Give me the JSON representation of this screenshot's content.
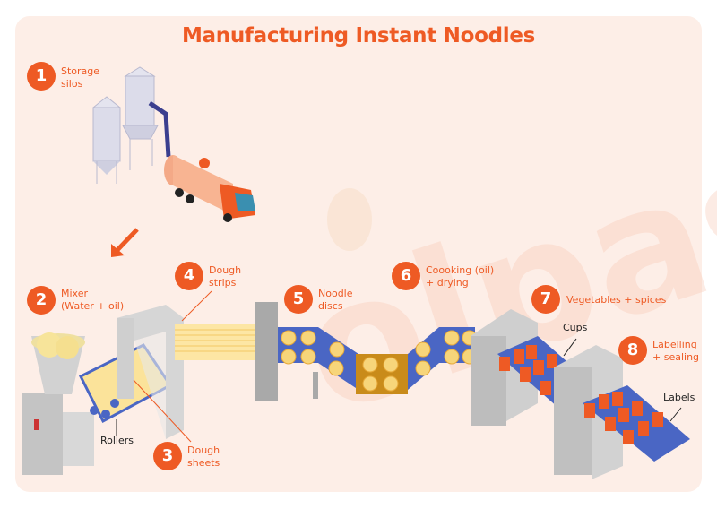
{
  "title": "Manufacturing Instant Noodles",
  "colors": {
    "accent": "#ee5a24",
    "background": "#fdeee7",
    "conveyor": "#4a66c4",
    "machine": "#c8c8c8"
  },
  "steps": [
    {
      "number": "1",
      "line1": "Storage",
      "line2": "silos"
    },
    {
      "number": "2",
      "line1": "Mixer",
      "line2": "(Water + oil)"
    },
    {
      "number": "3",
      "line1": "Dough",
      "line2": "sheets"
    },
    {
      "number": "4",
      "line1": "Dough",
      "line2": "strips"
    },
    {
      "number": "5",
      "line1": "Noodle",
      "line2": "discs"
    },
    {
      "number": "6",
      "line1": "Coooking (oil)",
      "line2": "+ drying"
    },
    {
      "number": "7",
      "line1": "Vegetables + spices",
      "line2": ""
    },
    {
      "number": "8",
      "line1": "Labelling",
      "line2": "+ sealing"
    }
  ],
  "callouts": {
    "rollers": "Rollers",
    "cups": "Cups",
    "labels": "Labels"
  },
  "watermark": "Yolpass"
}
